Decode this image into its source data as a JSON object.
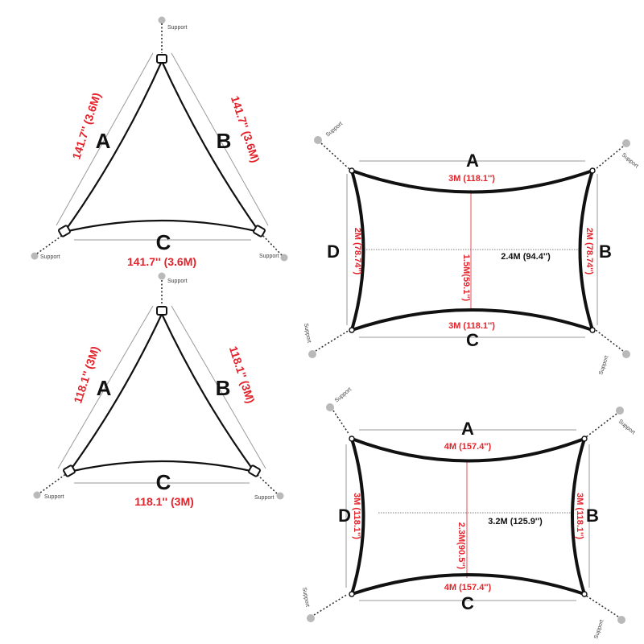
{
  "triangle_large": {
    "letters": {
      "a": "A",
      "b": "B",
      "c": "C"
    },
    "side_a": "141.7'' (3.6M)",
    "side_b": "141.7'' (3.6M)",
    "side_c": "141.7'' (3.6M)",
    "support": "Support"
  },
  "triangle_small": {
    "letters": {
      "a": "A",
      "b": "B",
      "c": "C"
    },
    "side_a": "118.1'' (3M)",
    "side_b": "118.1'' (3M)",
    "side_c": "118.1'' (3M)",
    "support": "Support"
  },
  "rect_small": {
    "letters": {
      "a": "A",
      "b": "B",
      "c": "C",
      "d": "D"
    },
    "side_a": "3M (118.1'')",
    "side_c": "3M (118.1'')",
    "side_b": "2M (78.74'')",
    "side_d": "2M (78.74'')",
    "center_width": "2.4M (94.4'')",
    "center_height": "1.5M(59.1'')",
    "support": "Support"
  },
  "rect_large": {
    "letters": {
      "a": "A",
      "b": "B",
      "c": "C",
      "d": "D"
    },
    "side_a": "4M (157.4'')",
    "side_c": "4M (157.4'')",
    "side_b": "3M (118.1'')",
    "side_d": "3M (118.1'')",
    "center_width": "3.2M (125.9'')",
    "center_height": "2.3M(90.5'')",
    "support": "Support"
  }
}
